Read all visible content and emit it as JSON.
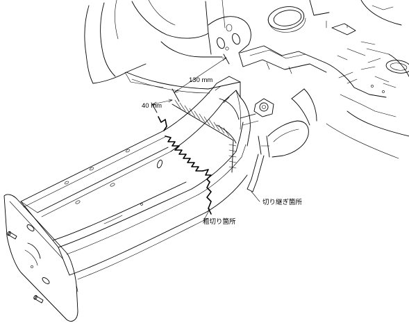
{
  "dimensions": {
    "inner_width": "40 mm",
    "outer_width": "130 mm"
  },
  "callouts": {
    "cut_joint": "切り継ぎ箇所",
    "rough_cut": "粗切り箇所"
  }
}
